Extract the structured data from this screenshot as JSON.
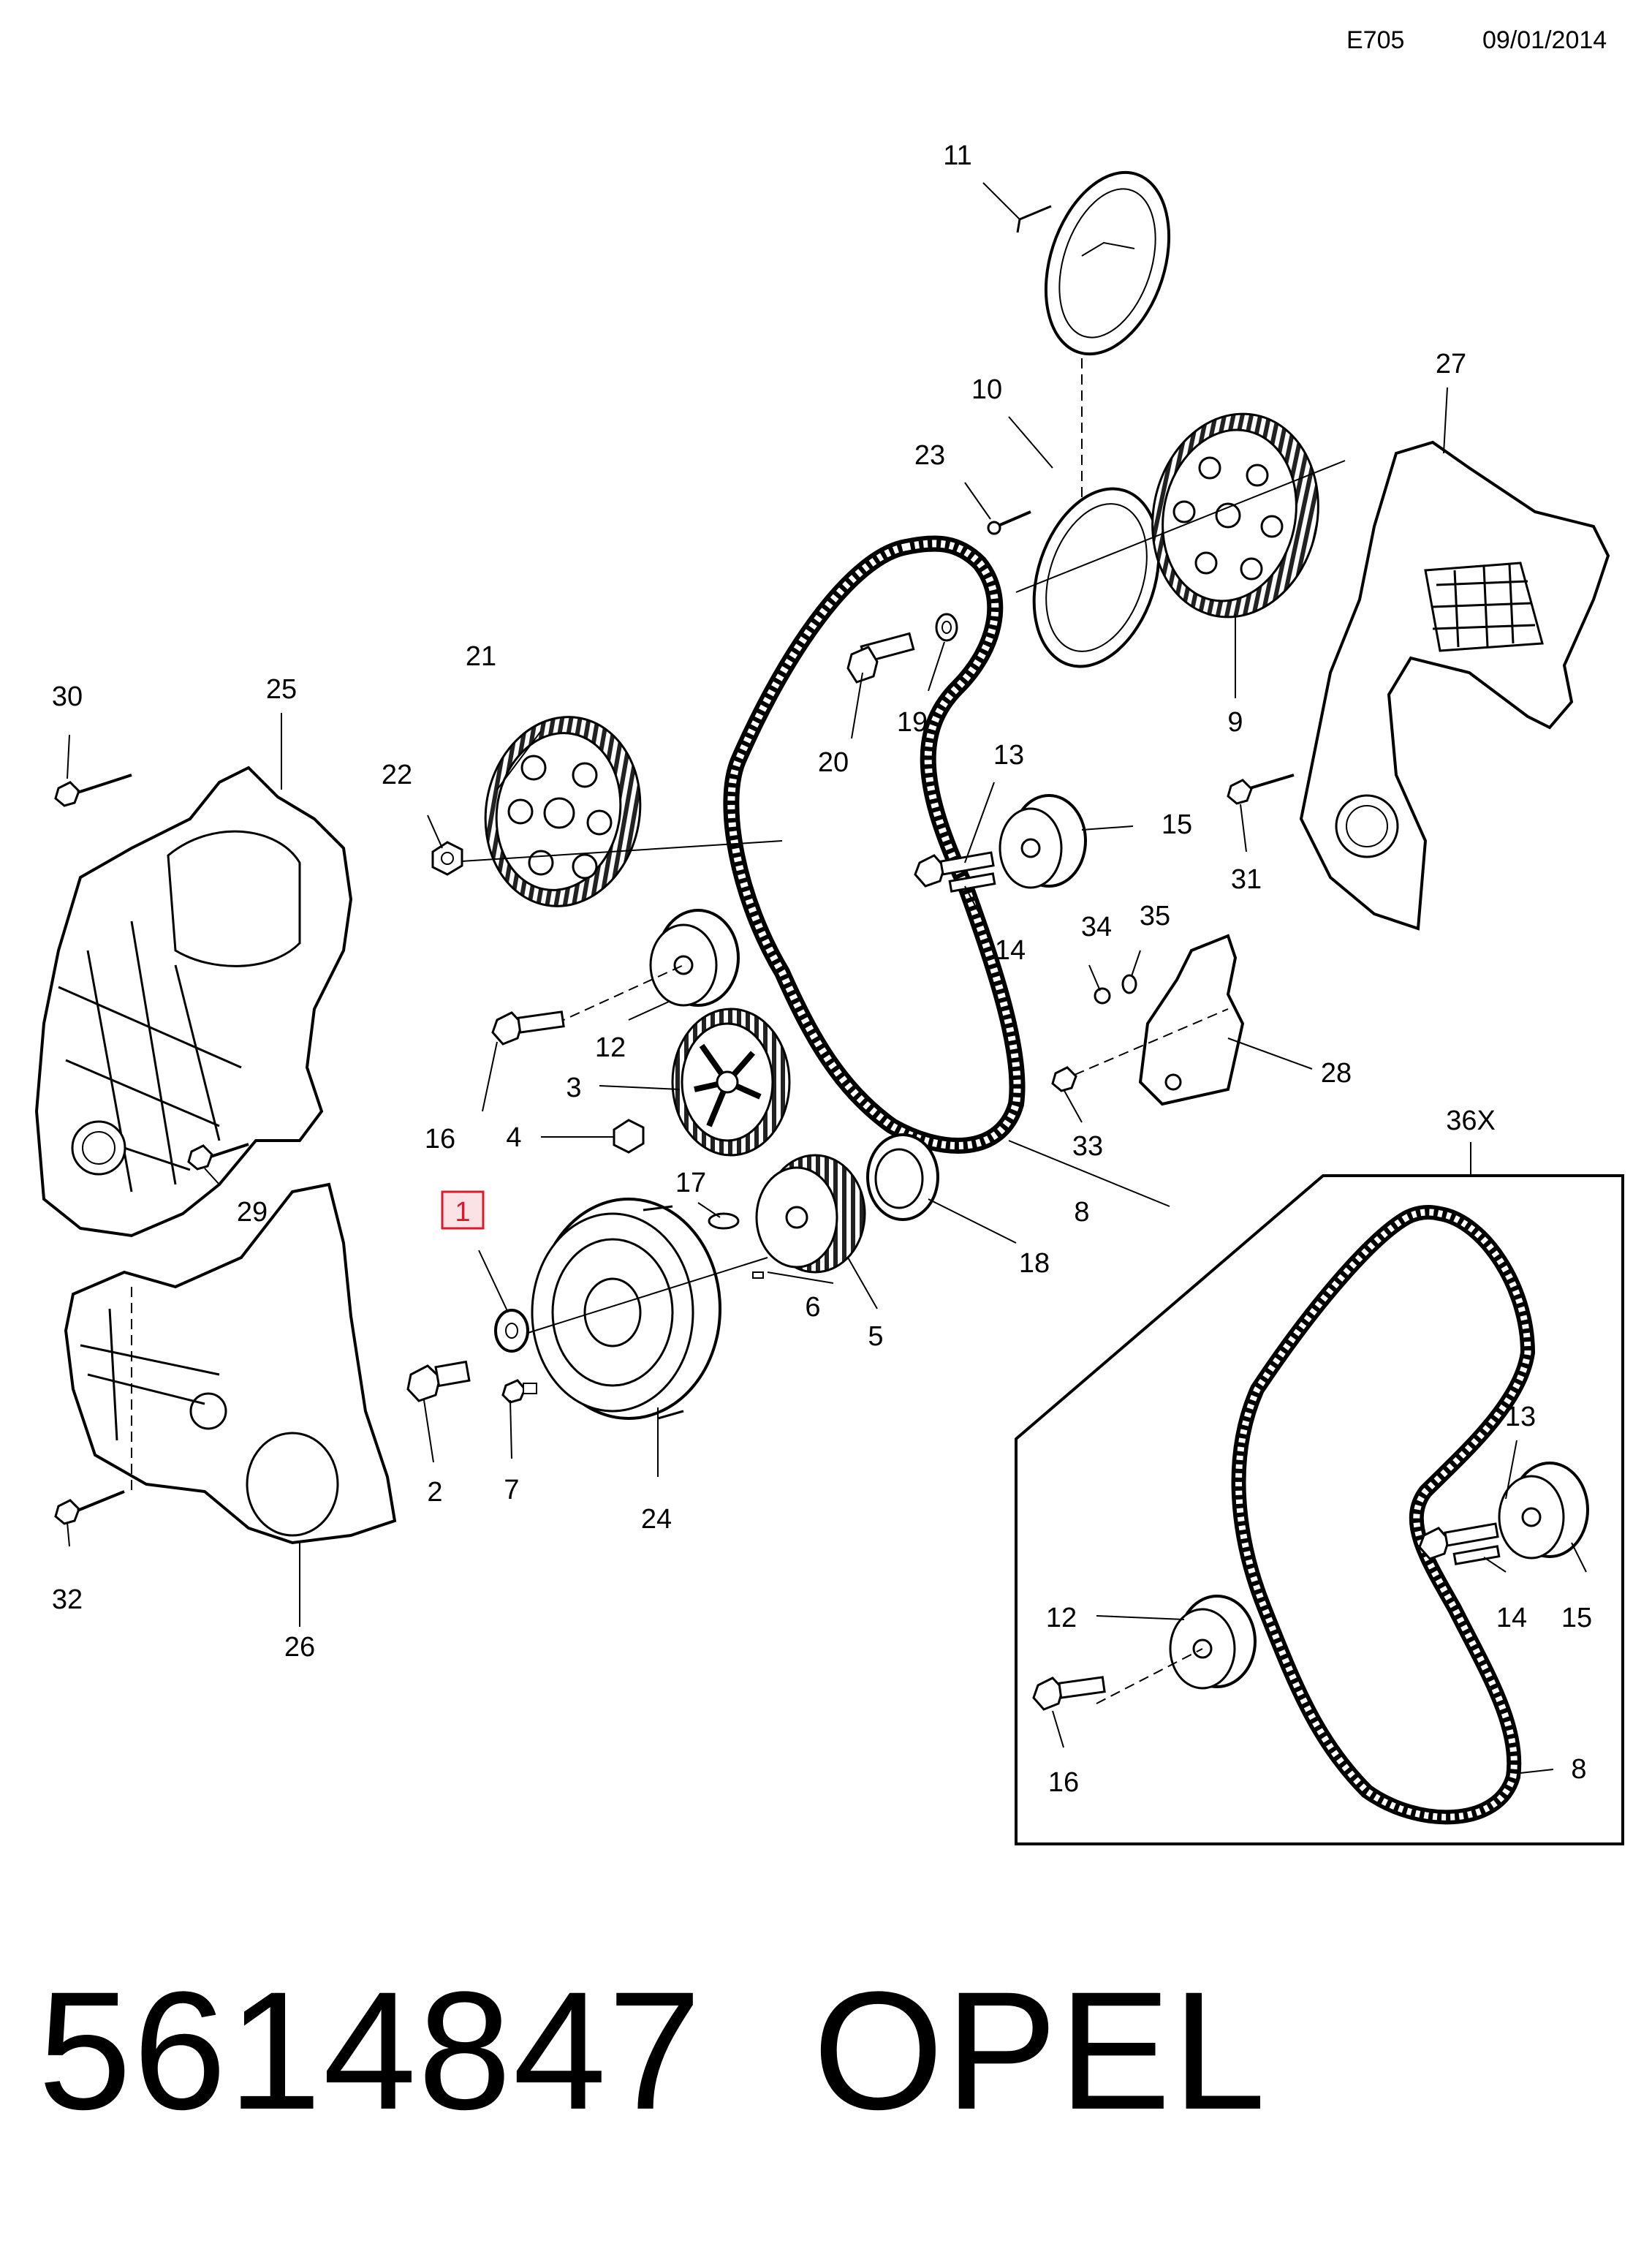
{
  "header": {
    "code": "E705",
    "date": "09/01/2014"
  },
  "highlight": {
    "color": "#e0182d",
    "fill": "#fbe3e5"
  },
  "callouts": {
    "c1": "1",
    "c2": "2",
    "c3": "3",
    "c4": "4",
    "c5": "5",
    "c6": "6",
    "c7": "7",
    "c8": "8",
    "c9": "9",
    "c10": "10",
    "c11": "11",
    "c12": "12",
    "c13": "13",
    "c14": "14",
    "c15": "15",
    "c16": "16",
    "c17": "17",
    "c18": "18",
    "c19": "19",
    "c20": "20",
    "c21": "21",
    "c22": "22",
    "c23": "23",
    "c24": "24",
    "c25": "25",
    "c26": "26",
    "c27": "27",
    "c28": "28",
    "c29": "29",
    "c30": "30",
    "c31": "31",
    "c32": "32",
    "c33": "33",
    "c34": "34",
    "c35": "35"
  },
  "inset": {
    "label": "36X",
    "callouts": {
      "c8": "8",
      "c12": "12",
      "c13": "13",
      "c14": "14",
      "c15": "15",
      "c16": "16"
    }
  },
  "footer": {
    "part_number": "5614847",
    "brand": "OPEL"
  }
}
